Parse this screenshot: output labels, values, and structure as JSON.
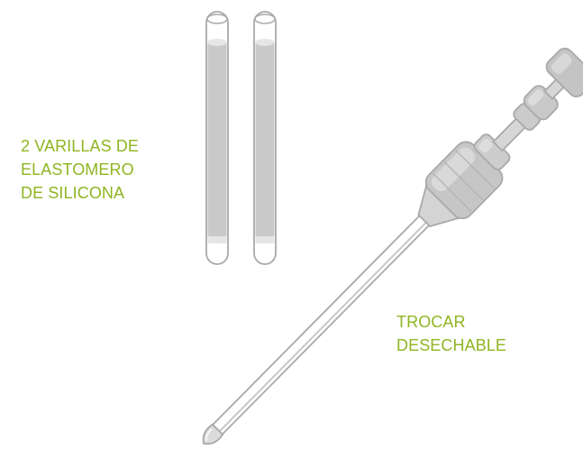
{
  "colors": {
    "label_text": "#8fb522",
    "outline": "#a9a9a9",
    "fill_light": "#dcdcdc",
    "fill_mid": "#c6c6c6",
    "fill_white": "#ffffff"
  },
  "labels": {
    "rods": [
      "2 VARILLAS DE",
      "ELASTOMERO",
      "DE SILICONA"
    ],
    "trocar": [
      "TROCAR",
      "DESECHABLE"
    ]
  },
  "items": {
    "rods_icon": "silicone-rod-icon",
    "trocar_icon": "trocar-icon"
  }
}
